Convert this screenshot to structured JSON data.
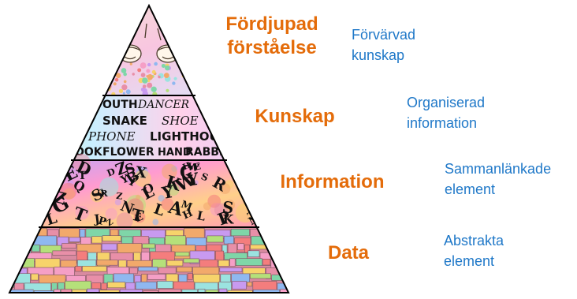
{
  "levels": [
    {
      "label_line1": "Fördjupad",
      "label_line2": "förståelse",
      "desc_line1": "Förvärvad",
      "desc_line2": "kunskap"
    },
    {
      "label": "Kunskap",
      "desc_line1": "Organiserad",
      "desc_line2": "information"
    },
    {
      "label": "Information",
      "desc_line1": "Sammanlänkade",
      "desc_line2": "element"
    },
    {
      "label": "Data",
      "desc_line1": "Abstrakta",
      "desc_line2": "element"
    }
  ],
  "pyramid_words": [
    {
      "text": "OUTH",
      "style": "word"
    },
    {
      "text": "DANCER",
      "style": "serif"
    },
    {
      "text": "E",
      "style": "word"
    },
    {
      "text": "SNAKE",
      "style": "word"
    },
    {
      "text": "SHOE",
      "style": "serif"
    },
    {
      "text": "PHONE",
      "style": "serif"
    },
    {
      "text": "LIGHTHOUSE",
      "style": "word"
    },
    {
      "text": "OOK",
      "style": "word"
    },
    {
      "text": "FLOWER",
      "style": "word"
    },
    {
      "text": "HAND",
      "style": "word"
    },
    {
      "text": "RABBI",
      "style": "word"
    }
  ],
  "pyramid_letters": [
    "S",
    "L",
    "P",
    "W",
    "D",
    "H",
    "Z",
    "S",
    "R",
    "Z",
    "S",
    "E",
    "L",
    "T",
    "Y",
    "I",
    "L",
    "P",
    "N",
    "K",
    "S",
    "G",
    "O",
    "Y",
    "T",
    "Z",
    "F",
    "Z",
    "K",
    "C",
    "G",
    "M",
    "L",
    "A",
    "T",
    "P",
    "N",
    "R",
    "E",
    "T",
    "L",
    "S",
    "W",
    "Q",
    "Y",
    "D",
    "B",
    "J",
    "H",
    "V",
    "X",
    "E"
  ],
  "colors": {
    "label": "#e46c0a",
    "desc": "#1f78c8",
    "outline": "#000000"
  }
}
